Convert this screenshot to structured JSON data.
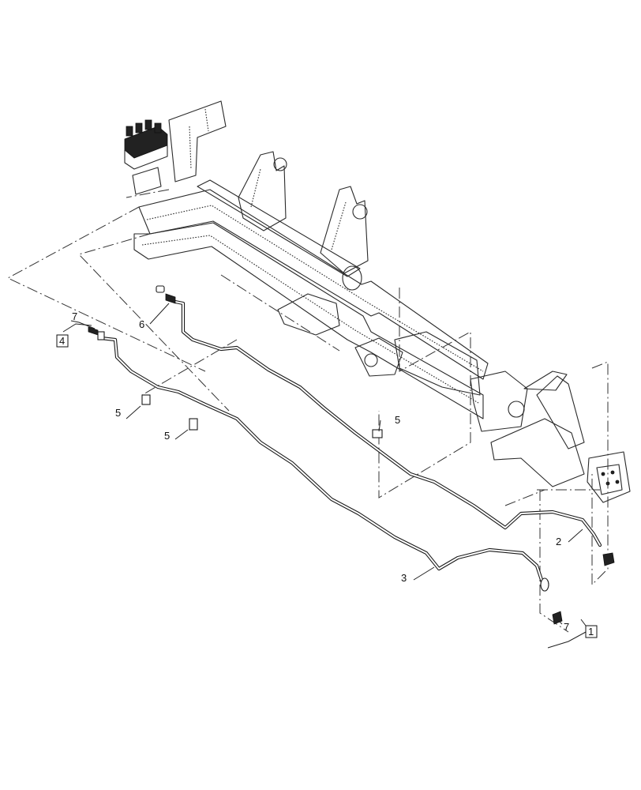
{
  "callouts": {
    "c1": "1",
    "c2": "2",
    "c3": "3",
    "c4": "4",
    "c5a": "5",
    "c5b": "5",
    "c5c": "5",
    "c6": "6",
    "c7a": "7",
    "c7b": "7"
  },
  "boxed_callouts": [
    "1",
    "4"
  ],
  "icons": {
    "frame": "axle-frame-drawing",
    "valve": "hydraulic-valve-block",
    "tube": "hydraulic-tube",
    "clip": "tube-clip",
    "fitting": "hose-fitting"
  }
}
